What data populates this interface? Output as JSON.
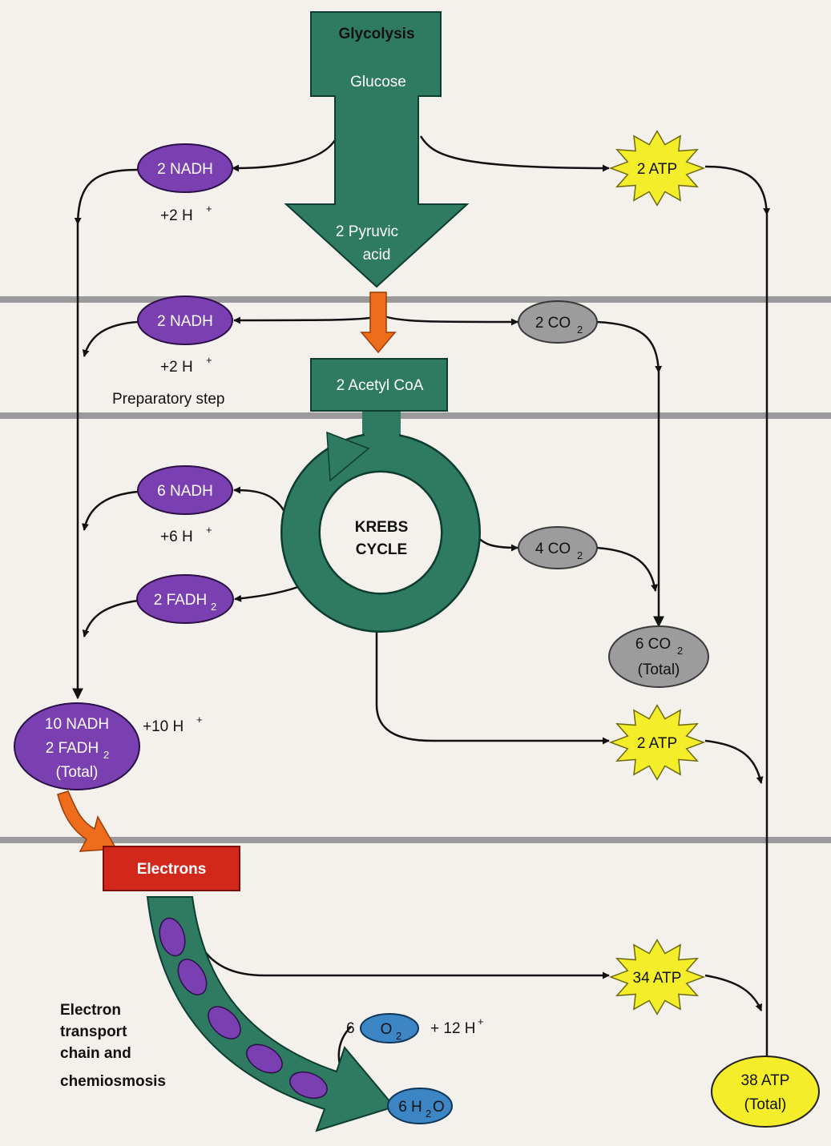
{
  "colors": {
    "pathway_green": "#2e7b62",
    "nadh_purple": "#7a3fb0",
    "co2_gray": "#9c9c9c",
    "atp_yellow": "#f4ee2a",
    "o2_blue": "#3d86c6",
    "electrons_red": "#d2281c",
    "transfer_orange": "#ee6d1c",
    "divider_gray": "#9a9a9a"
  },
  "glycolysis": {
    "title": "Glycolysis",
    "input": "Glucose",
    "product_line1": "2 Pyruvic",
    "product_line2": "acid",
    "nadh": "2 NADH",
    "hydrogen": "+2 H",
    "atp": "2 ATP"
  },
  "preparatory": {
    "nadh": "2 NADH",
    "hydrogen": "+2 H",
    "label": "Preparatory step",
    "co2": "2 CO",
    "product": "2 Acetyl CoA"
  },
  "krebs": {
    "label_line1": "KREBS",
    "label_line2": "CYCLE",
    "nadh": "6 NADH",
    "hydrogen": "+6 H",
    "fadh2": "2 FADH",
    "co2": "4 CO",
    "atp": "2 ATP"
  },
  "totals": {
    "co2_line1": "6 CO",
    "co2_line2": "(Total)",
    "carriers_line1": "10 NADH",
    "carriers_line2": "2 FADH",
    "carriers_line3": "(Total)",
    "hydrogen": "+10 H",
    "atp_line1": "38 ATP",
    "atp_line2": "(Total)"
  },
  "electron_transport": {
    "electrons": "Electrons",
    "label_line1": "Electron",
    "label_line2": "transport",
    "label_line3": "chain and",
    "label_line4": "chemiosmosis",
    "atp": "34 ATP",
    "o2_coefficient": "6",
    "o2": "O",
    "hydrogen": "+ 12 H",
    "water": "6 H"
  }
}
